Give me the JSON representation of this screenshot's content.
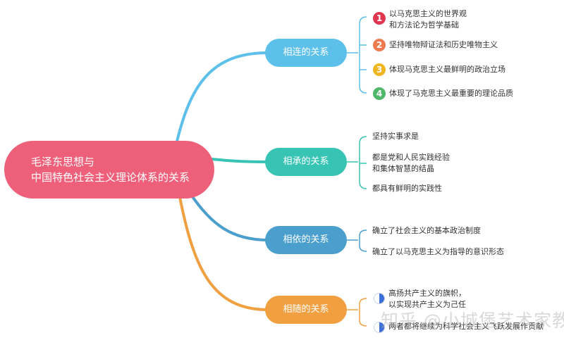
{
  "root": {
    "line1": "毛泽东思想与",
    "line2": "中国特色社会主义理论体系的关系",
    "color": "#ee607a"
  },
  "branches": [
    {
      "label": "相连的关系",
      "color": "#5cc0ea",
      "items": [
        {
          "badge": "1",
          "badge_color": "#e0364f",
          "lines": [
            "以马克思主义的世界观",
            "和方法论为哲学基础"
          ]
        },
        {
          "badge": "2",
          "badge_color": "#ee7a50",
          "lines": [
            "坚持唯物辩证法和历史唯物主义"
          ]
        },
        {
          "badge": "3",
          "badge_color": "#f2b522",
          "lines": [
            "体现马克思主义最鲜明的政治立场"
          ]
        },
        {
          "badge": "4",
          "badge_color": "#4fb86a",
          "lines": [
            "体现了马克思主义最重要的理论品质"
          ]
        }
      ]
    },
    {
      "label": "相承的关系",
      "color": "#38c4b4",
      "items": [
        {
          "lines": [
            "坚持实事求是"
          ]
        },
        {
          "lines": [
            "都是党和人民实践经验",
            "和集体智慧的结晶"
          ]
        },
        {
          "lines": [
            "都具有鲜明的实践性"
          ]
        }
      ]
    },
    {
      "label": "相依的关系",
      "color": "#4a9fcc",
      "items": [
        {
          "lines": [
            "确立了社会主义的基本政治制度"
          ]
        },
        {
          "lines": [
            "确立了以马克思主义为指导的意识形态"
          ]
        }
      ]
    },
    {
      "label": "相随的关系",
      "color": "#f0a040",
      "items": [
        {
          "progress": 0.5,
          "lines": [
            "高扬共产主义的旗帜，",
            "以实现共产主义为己任"
          ]
        },
        {
          "progress": 0.5,
          "lines": [
            "两者都将继续为科学社会主义飞跃发展作贡献"
          ]
        }
      ]
    }
  ],
  "watermark": "知乎 @小城堡艺术家教"
}
